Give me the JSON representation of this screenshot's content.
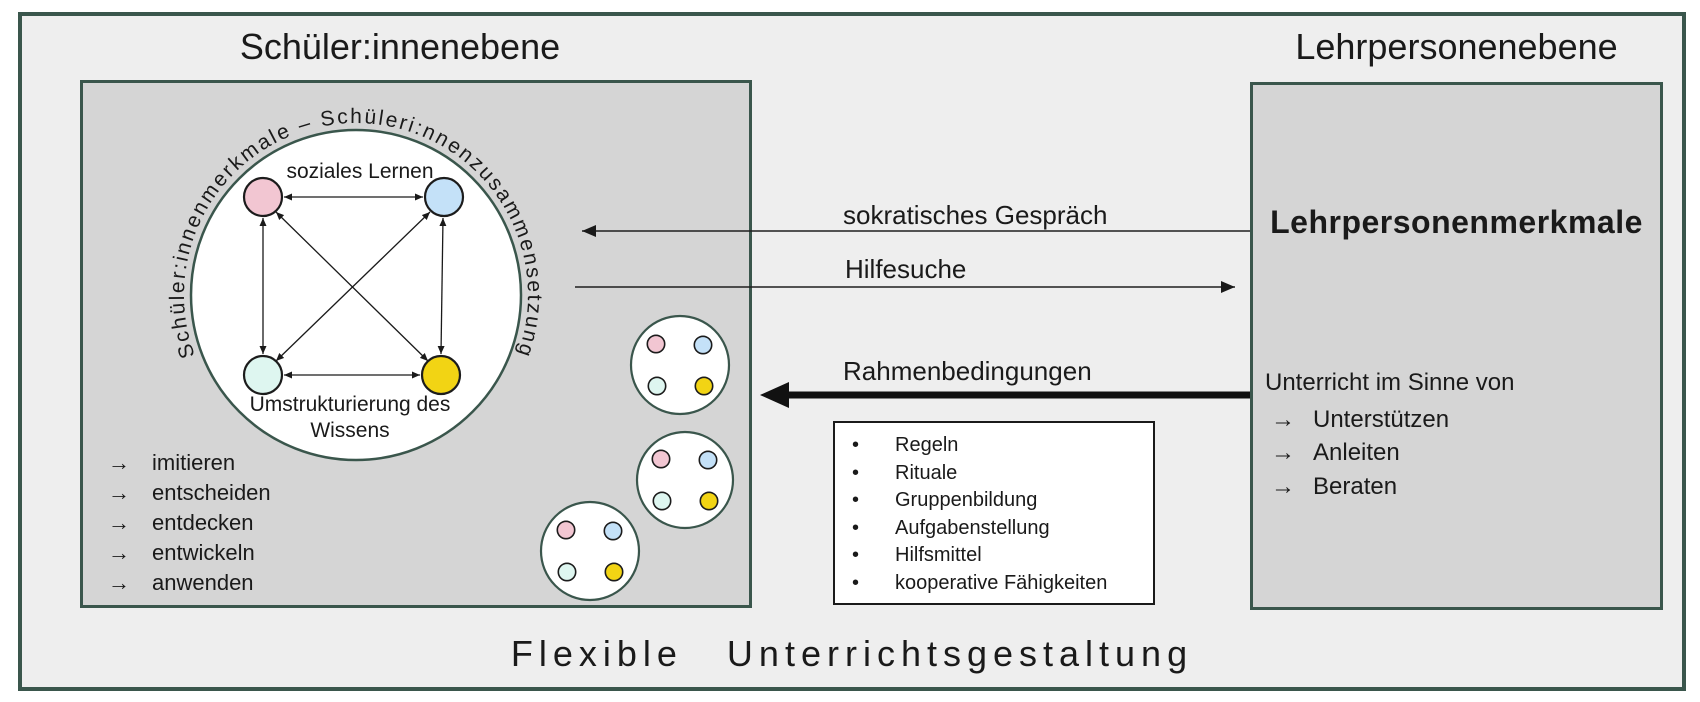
{
  "colors": {
    "frame_border": "#3a564c",
    "panel_fill": "#d5d5d5",
    "canvas_fill": "#eeeeee",
    "box_fill": "#ffffff",
    "text": "#1a1a1a",
    "member_pink": "#f2c6d2",
    "member_blue": "#c4e1f8",
    "member_mint": "#def6f0",
    "member_yellow": "#f2d414"
  },
  "icons": {
    "list_arrow": "→",
    "bullet": "•"
  },
  "student_level": {
    "title": "Schüler:innenebene",
    "arc_label": "Schüler:innenmerkmale – Schüleri:nnenzusammensetzung",
    "circle_top_label": "soziales Lernen",
    "circle_bottom_label": "Umstrukturierung des Wissens",
    "activities": [
      "imitieren",
      "entscheiden",
      "entdecken",
      "entwickeln",
      "anwenden"
    ]
  },
  "teacher_level": {
    "title": "Lehrpersonenebene",
    "heading": "Lehrpersonenmerkmale",
    "subheading": "Unterricht im Sinne von",
    "roles": [
      "Unterstützen",
      "Anleiten",
      "Beraten"
    ]
  },
  "interactions": {
    "socratic_dialogue": "sokratisches Gespräch",
    "help_seeking": "Hilfesuche",
    "framework_conditions": "Rahmenbedingungen"
  },
  "framework_box": {
    "items": [
      "Regeln",
      "Rituale",
      "Gruppenbildung",
      "Aufgabenstellung",
      "Hilfsmittel",
      "kooperative Fähigkeiten"
    ]
  },
  "footer": {
    "caption": "Flexible Unterrichtsgestaltung"
  }
}
